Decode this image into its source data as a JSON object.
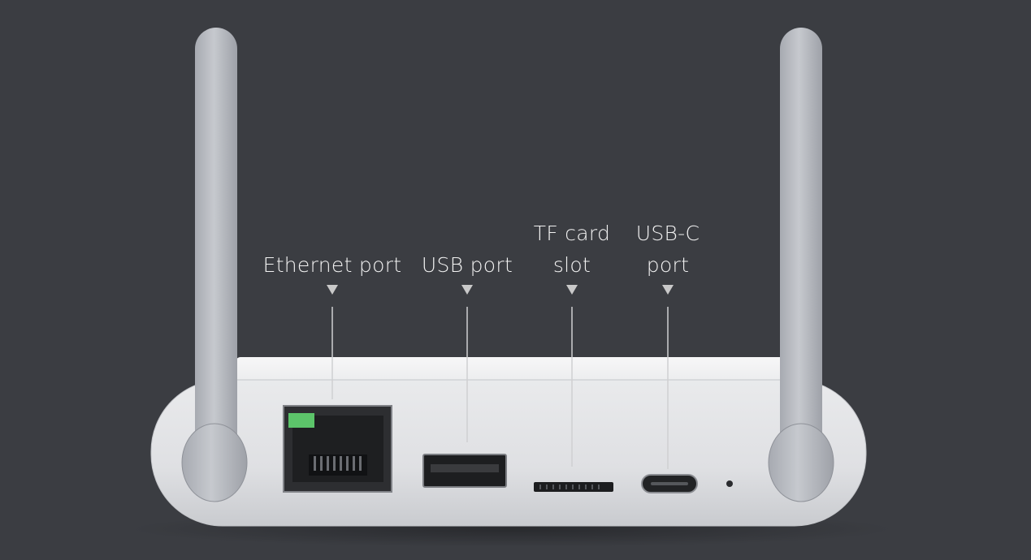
{
  "callouts": [
    {
      "id": "ethernet",
      "lines": [
        "Ethernet port"
      ]
    },
    {
      "id": "usb",
      "lines": [
        "USB port"
      ]
    },
    {
      "id": "tf",
      "lines": [
        "TF card",
        "slot"
      ]
    },
    {
      "id": "usbc",
      "lines": [
        "USB-C",
        "port"
      ]
    }
  ],
  "colors": {
    "background": "#3b3d42",
    "body_front": "#e3e4e7",
    "body_top": "#f3f3f4",
    "antenna": "#b9bcc2",
    "pointer": "#c9c9c9",
    "label_text": "#f2f2f2",
    "port_dark": "#2a2a2c",
    "ethernet_led": "#5cc46a"
  },
  "icons": [
    "antenna-left",
    "antenna-right",
    "ethernet-jack",
    "usb-a-port",
    "tf-card-slot",
    "usb-c-port",
    "reset-pinhole"
  ]
}
